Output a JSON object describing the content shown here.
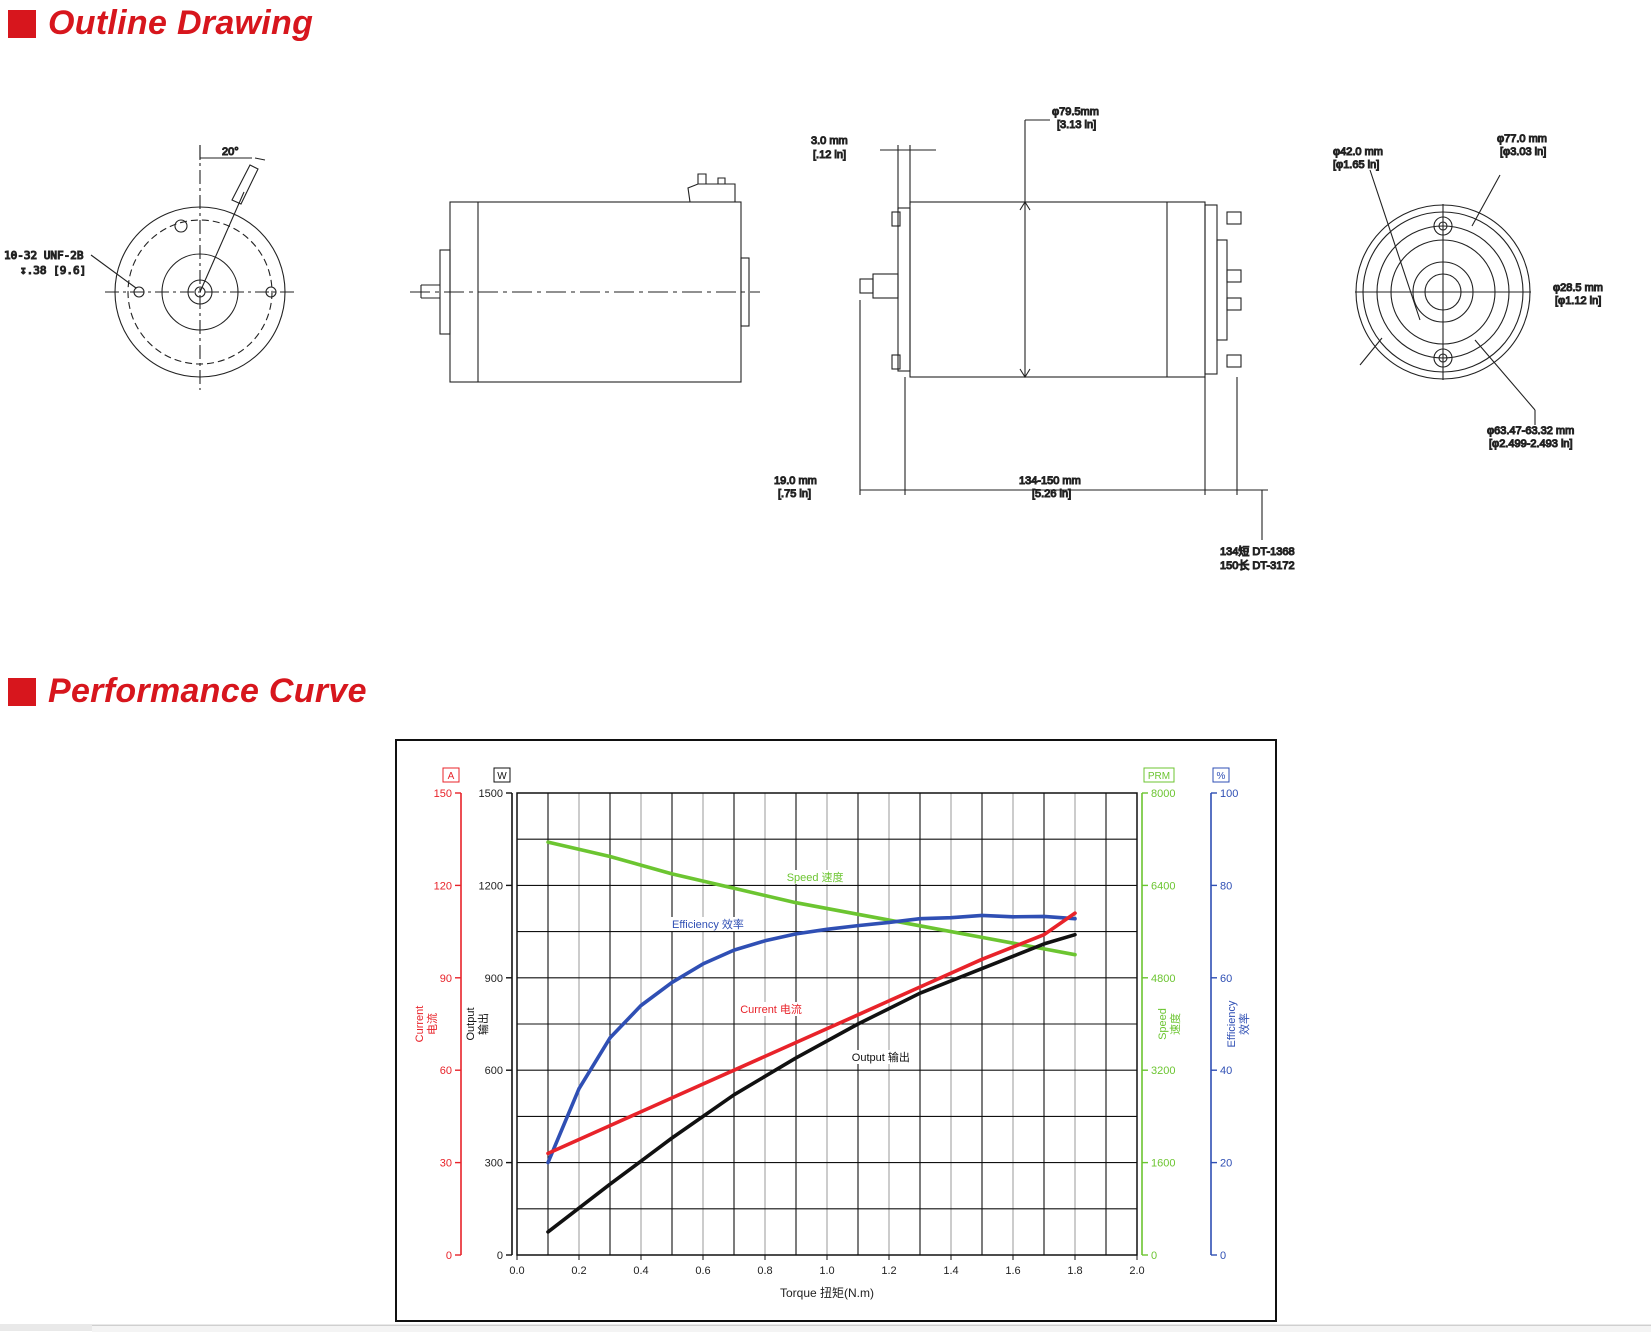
{
  "sections": {
    "outline_title": "Outline Drawing",
    "performance_title": "Performance Curve"
  },
  "drawing": {
    "angle_label": "20°",
    "thread_label_line1": "10-32 UNF-2B",
    "thread_label_line2": "↧.38 [9.6]",
    "dia_body_mm": "φ79.5mm",
    "dia_body_in": "[3.13 in]",
    "flange_mm": "3.0 mm",
    "flange_in": "[.12 in]",
    "shaft_len_mm": "19.0 mm",
    "shaft_len_in": "[.75 in]",
    "body_len_mm": "134-150 mm",
    "body_len_in": "[5.26 in]",
    "variant_short": "134短 DT-1368",
    "variant_long": "150长 DT-3172",
    "dia_42_mm": "φ42.0 mm",
    "dia_42_in": "[φ1.65 in]",
    "dia_77_mm": "φ77.0 mm",
    "dia_77_in": "[φ3.03 in]",
    "dia_28_mm": "φ28.5 mm",
    "dia_28_in": "[φ1.12 in]",
    "dia_63_mm": "φ63.47-63.32 mm",
    "dia_63_in": "[φ2.499-2.493 in]"
  },
  "chart_data": {
    "type": "line",
    "xlabel": "Torque 扭矩(N.m)",
    "xlim": [
      0,
      2.0
    ],
    "x_ticks": [
      "0.0",
      "0.2",
      "0.4",
      "0.6",
      "0.8",
      "1.0",
      "1.2",
      "1.4",
      "1.6",
      "1.8",
      "2.0"
    ],
    "grid": true,
    "axes": {
      "current": {
        "unit": "A",
        "label_line1": "Current",
        "label_line2": "电流",
        "ylim": [
          0,
          150
        ],
        "ticks": [
          "0",
          "30",
          "60",
          "90",
          "120",
          "150"
        ],
        "color": "#e8232a"
      },
      "output": {
        "unit": "W",
        "label_line1": "Output",
        "label_line2": "输出",
        "ylim": [
          0,
          1500
        ],
        "ticks": [
          "0",
          "300",
          "600",
          "900",
          "1200",
          "1500"
        ],
        "color": "#111111"
      },
      "speed": {
        "unit": "PRM",
        "label_line1": "Speed",
        "label_line2": "速度",
        "ylim": [
          0,
          8000
        ],
        "ticks": [
          "0",
          "1600",
          "3200",
          "4800",
          "6400",
          "8000"
        ],
        "color": "#6cc531"
      },
      "efficiency": {
        "unit": "%",
        "label_line1": "Efficiency",
        "label_line2": "效率",
        "ylim": [
          0,
          100
        ],
        "ticks": [
          "0",
          "20",
          "40",
          "60",
          "80",
          "100"
        ],
        "color": "#2f4fb4"
      }
    },
    "series": [
      {
        "name": "Speed 速度",
        "axis": "speed",
        "color": "#6cc531",
        "x": [
          0.1,
          0.3,
          0.5,
          0.7,
          0.9,
          1.1,
          1.3,
          1.5,
          1.7,
          1.8
        ],
        "values": [
          7150,
          6900,
          6600,
          6350,
          6100,
          5900,
          5700,
          5500,
          5300,
          5200
        ]
      },
      {
        "name": "Efficiency 效率",
        "axis": "efficiency",
        "color": "#2f4fb4",
        "x": [
          0.1,
          0.2,
          0.3,
          0.4,
          0.5,
          0.6,
          0.7,
          0.8,
          0.9,
          1.0,
          1.1,
          1.2,
          1.3,
          1.4,
          1.5,
          1.6,
          1.7,
          1.8
        ],
        "values": [
          20,
          36,
          47,
          54,
          59,
          63,
          66,
          68,
          69.5,
          70.5,
          71.3,
          72,
          72.8,
          73,
          73.5,
          73.2,
          73.3,
          72.8
        ]
      },
      {
        "name": "Current 电流",
        "axis": "current",
        "color": "#e8232a",
        "x": [
          0.1,
          0.3,
          0.5,
          0.7,
          0.9,
          1.1,
          1.3,
          1.5,
          1.7,
          1.8
        ],
        "values": [
          33,
          42,
          51,
          60,
          69,
          78,
          87,
          96,
          104,
          111
        ]
      },
      {
        "name": "Output 输出",
        "axis": "output",
        "color": "#111111",
        "x": [
          0.1,
          0.3,
          0.5,
          0.7,
          0.9,
          1.1,
          1.3,
          1.5,
          1.7,
          1.8
        ],
        "values": [
          75,
          230,
          380,
          520,
          640,
          750,
          850,
          930,
          1010,
          1040
        ]
      }
    ],
    "annotations": {
      "speed": "Speed 速度",
      "efficiency": "Efficiency 效率",
      "current": "Current 电流",
      "output": "Output 输出"
    }
  }
}
